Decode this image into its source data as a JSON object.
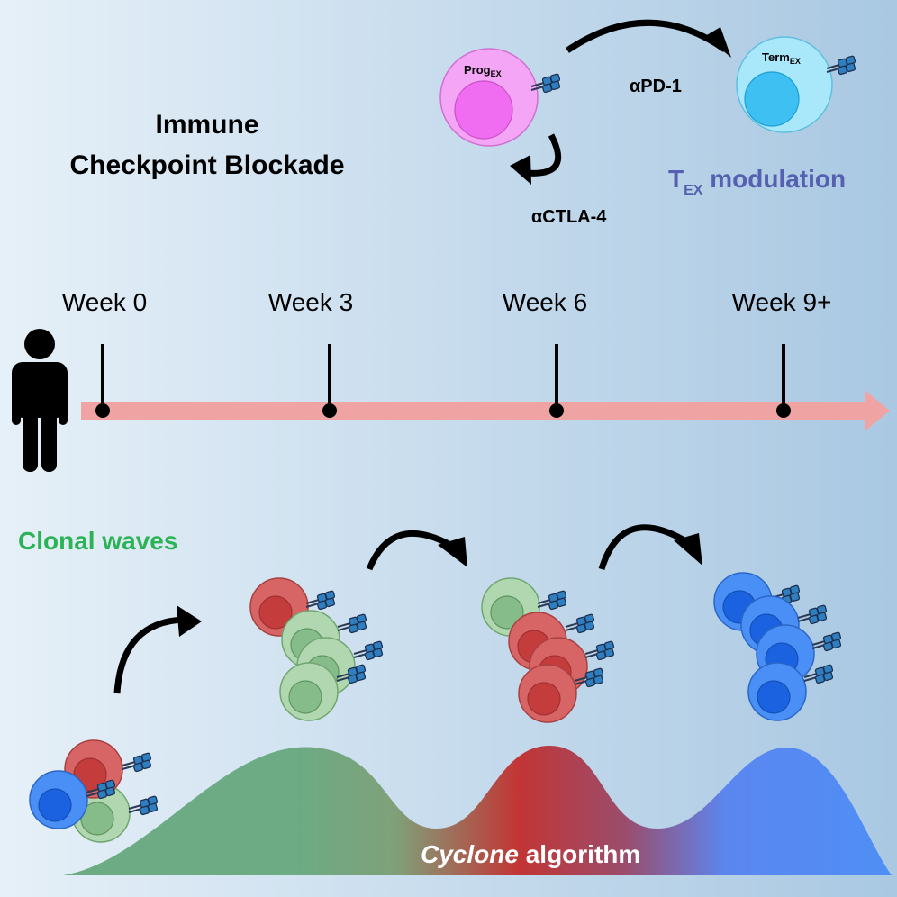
{
  "title": {
    "line1": "Immune",
    "line2": "Checkpoint Blockade"
  },
  "tex_cells": {
    "prog": {
      "main": "Prog",
      "sub": "EX"
    },
    "term": {
      "main": "Term",
      "sub": "EX"
    }
  },
  "drugs": {
    "apd1": "αPD-1",
    "actla4": "αCTLA-4"
  },
  "tex_modulation": {
    "main": "T",
    "sub": "EX",
    "rest": " modulation"
  },
  "timeline": {
    "weeks": [
      "Week 0",
      "Week 3",
      "Week 6",
      "Week 9+"
    ]
  },
  "clonal_waves_label": "Clonal waves",
  "algorithm": {
    "name": "Cyclone",
    "rest": " algorithm"
  },
  "colors": {
    "green_text": "#2db357",
    "purple_text": "#5560b0",
    "timeline_arrow": "#f0a0a0",
    "clone_red": "#d65a5a",
    "clone_green": "#a8d3a8",
    "clone_blue": "#3b82f6",
    "prog_pink": "#f5a0f5",
    "term_cyan": "#9fe6fa"
  }
}
